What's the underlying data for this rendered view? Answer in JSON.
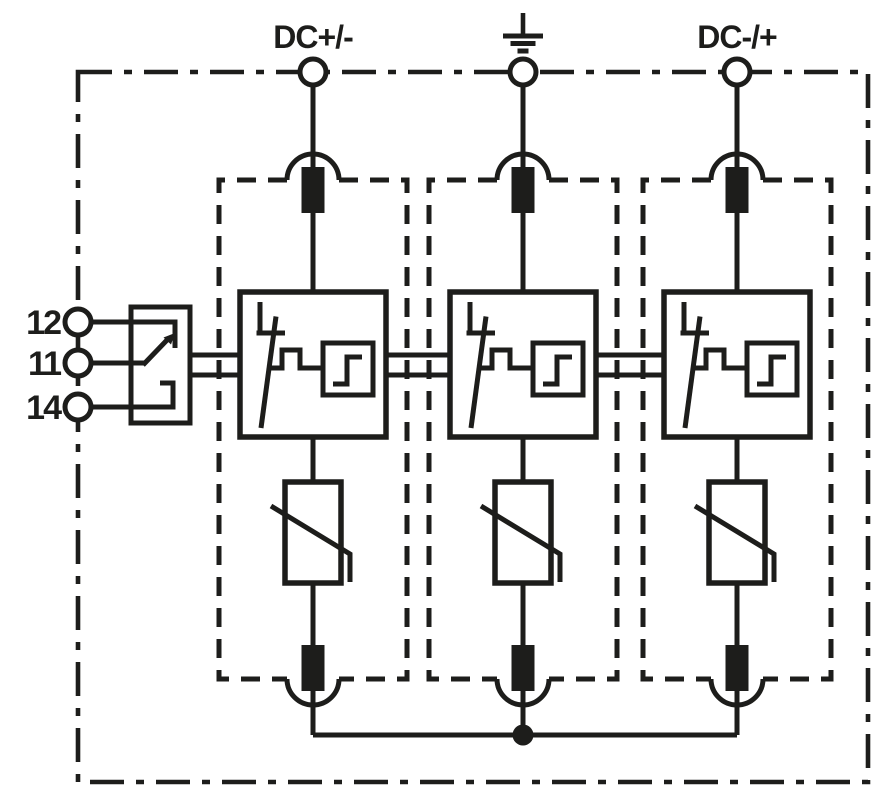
{
  "diagram": {
    "type": "surge-protective-device-circuit-diagram",
    "line_color": "#1d1d1b",
    "background_color": "#ffffff",
    "top_terminals": [
      {
        "label": "DC+/-"
      },
      {
        "label": "",
        "icon": "earth-ground-icon"
      },
      {
        "label": "DC-/+"
      }
    ],
    "left_terminals": [
      {
        "label": "12"
      },
      {
        "label": "11"
      },
      {
        "label": "14"
      }
    ],
    "components": {
      "module": "protection-module",
      "module_parts": [
        "thermal-disconnector",
        "disconnection-device-with-status-output",
        "varistor",
        "thermal-disconnector"
      ],
      "left_block": "remote-signalling-changeover-contact"
    }
  }
}
